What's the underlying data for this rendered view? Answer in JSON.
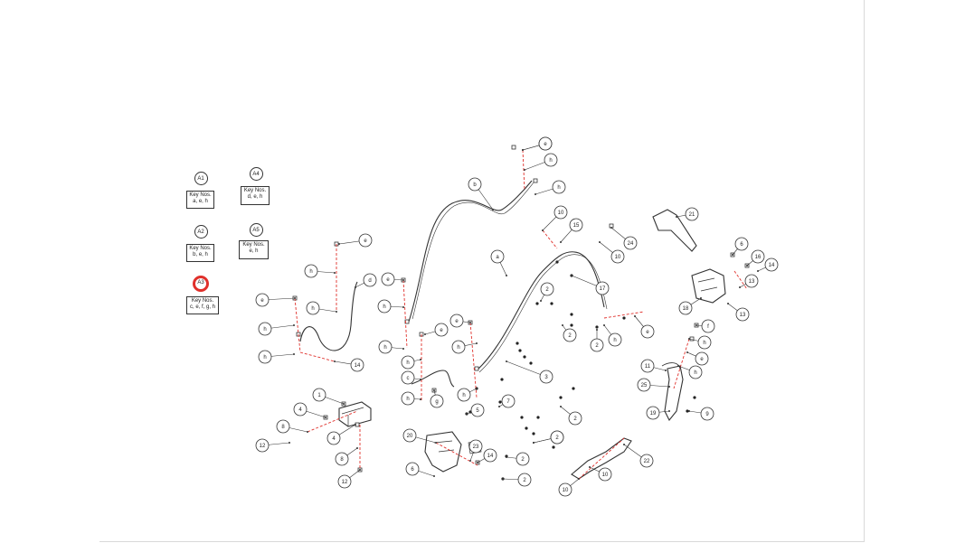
{
  "legend": [
    {
      "id": "A1",
      "label": "A1",
      "keys": [
        "Key Nos.",
        "a, e, h"
      ],
      "active": false
    },
    {
      "id": "A2",
      "label": "A2",
      "keys": [
        "Key Nos.",
        "b, e, h"
      ],
      "active": false
    },
    {
      "id": "A3",
      "label": "A3",
      "keys": [
        "Key Nos.",
        "c, e, f, g, h"
      ],
      "active": true
    },
    {
      "id": "A4",
      "label": "A4",
      "keys": [
        "Key Nos.",
        "d, e, h"
      ],
      "active": false
    },
    {
      "id": "A5",
      "label": "A5",
      "keys": [
        "Key Nos.",
        "e, h"
      ],
      "active": false
    }
  ],
  "callouts": [
    "e",
    "h",
    "h",
    "b",
    "10",
    "15",
    "21",
    "24",
    "10",
    "a",
    "6",
    "16",
    "14",
    "13",
    "17",
    "2",
    "2",
    "2",
    "e",
    "e",
    "h",
    "h",
    "h",
    "d",
    "e",
    "h",
    "h",
    "h",
    "e",
    "h",
    "14",
    "e",
    "e",
    "h",
    "h",
    "c",
    "g",
    "h",
    "5",
    "7",
    "3",
    "h",
    "e",
    "2",
    "18",
    "13",
    "f",
    "h",
    "e",
    "11",
    "25",
    "h",
    "19",
    "9",
    "2",
    "1",
    "4",
    "8",
    "4",
    "12",
    "8",
    "12",
    "20",
    "14",
    "23",
    "2",
    "2",
    "6",
    "2",
    "22",
    "10",
    "10"
  ],
  "colors": {
    "line": "#333333",
    "dash": "#e0302b",
    "accent": "#e0302b"
  }
}
